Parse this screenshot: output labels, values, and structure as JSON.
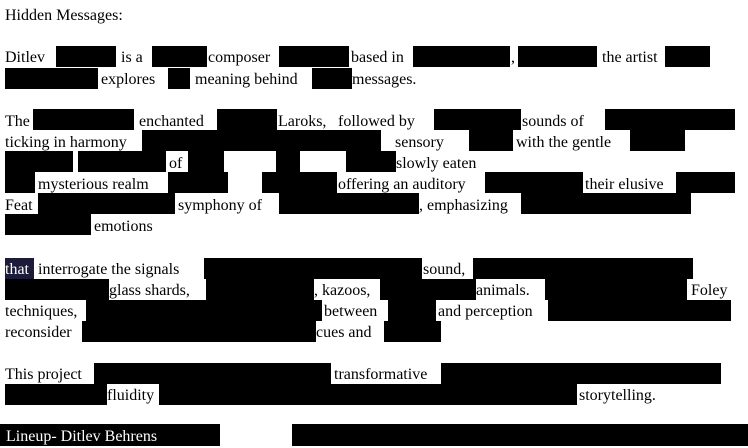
{
  "heading": "Hidden Messages:",
  "p1": {
    "w_ditlev": "Ditlev",
    "w_is_a": "is a",
    "w_composer": "composer",
    "w_based_in": "based in",
    "w_comma": ",",
    "w_the_artist": "the artist",
    "w_explores": "explores",
    "w_meaning_behind": "meaning behind",
    "w_messages": "messages."
  },
  "p2": {
    "w_the": "The",
    "w_enchanted": "enchanted",
    "w_laroks": "Laroks,",
    "w_followed_by": "followed by",
    "w_sounds_of": "sounds of",
    "w_ticking": "ticking in harmony",
    "w_sensory": "sensory",
    "w_with_the_gentle": "with the gentle",
    "w_of": "of",
    "w_slowly_eaten": "slowly eaten",
    "w_mysterious": "mysterious realm",
    "w_offering": "offering an auditory",
    "w_their_elusive": "their elusive",
    "w_feat": "Feat",
    "w_symphony_of": "symphony of",
    "w_emphasizing": ", emphasizing",
    "w_emotions": "emotions"
  },
  "p3": {
    "w_that": "that",
    "w_interrogate": "interrogate the signals",
    "w_sound": "sound,",
    "w_glass": "glass shards,",
    "w_kazoos": ", kazoos,",
    "w_animals": "animals.",
    "w_foley": "Foley",
    "w_techniques": "techniques,",
    "w_between": "between",
    "w_and_perception": "and perception",
    "w_reconsider": "reconsider",
    "w_cues_and": "cues and"
  },
  "p4": {
    "w_this_project": "This project",
    "w_transformative": "transformative",
    "w_fluidity": "fluidity",
    "w_storytelling": "storytelling."
  },
  "lineup": "Lineup- Ditlev Behrens",
  "colors": {
    "text": "#000000",
    "background": "#ffffff",
    "redaction": "#000000",
    "lineup_text": "#ffffff"
  }
}
